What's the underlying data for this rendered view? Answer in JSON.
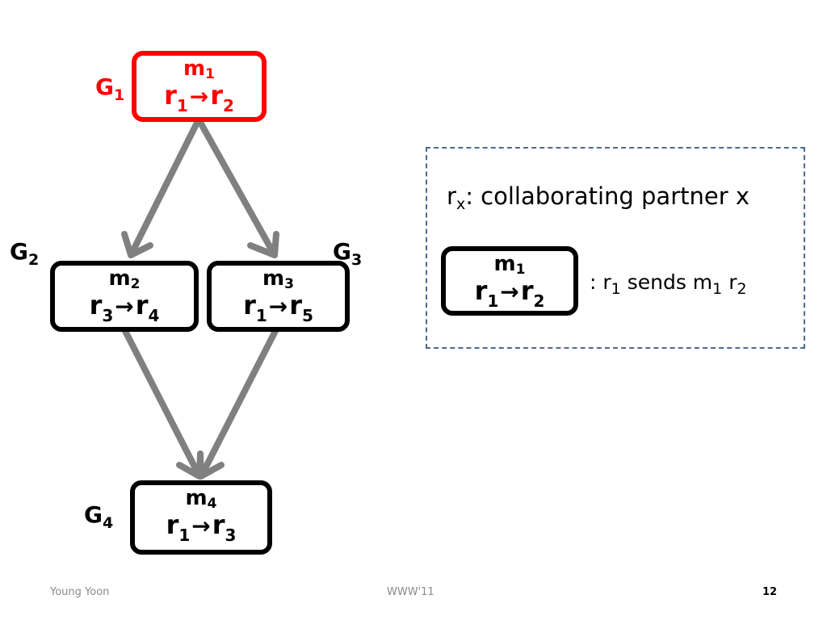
{
  "colors": {
    "highlight": "#ff0000",
    "normal": "#000000",
    "edge": "#808080",
    "legend_border": "#4a6a90"
  },
  "arrow_glyph": "→",
  "nodes": {
    "g1": {
      "label": "G",
      "label_sub": "1",
      "msg": "m",
      "msg_sub": "1",
      "from": "r",
      "from_sub": "1",
      "to": "r",
      "to_sub": "2"
    },
    "g2": {
      "label": "G",
      "label_sub": "2",
      "msg": "m",
      "msg_sub": "2",
      "from": "r",
      "from_sub": "3",
      "to": "r",
      "to_sub": "4"
    },
    "g3": {
      "label": "G",
      "label_sub": "3",
      "msg": "m",
      "msg_sub": "3",
      "from": "r",
      "from_sub": "1",
      "to": "r",
      "to_sub": "5"
    },
    "g4": {
      "label": "G",
      "label_sub": "4",
      "msg": "m",
      "msg_sub": "4",
      "from": "r",
      "from_sub": "1",
      "to": "r",
      "to_sub": "3"
    }
  },
  "edges": [
    {
      "from": "g1",
      "to": "g2"
    },
    {
      "from": "g1",
      "to": "g3"
    },
    {
      "from": "g2",
      "to": "g4"
    },
    {
      "from": "g3",
      "to": "g4"
    }
  ],
  "legend": {
    "def_r": "r",
    "def_sub": "x",
    "def_text": ": collaborating partner x",
    "example": {
      "msg": "m",
      "msg_sub": "1",
      "from": "r",
      "from_sub": "1",
      "to": "r",
      "to_sub": "2"
    },
    "desc_prefix": ": r",
    "desc_sub1": "1",
    "desc_mid": " sends m",
    "desc_sub2": "1",
    "desc_mid2": " r",
    "desc_sub3": "2"
  },
  "footer": {
    "author": "Young Yoon",
    "venue": "WWW'11",
    "page": "12"
  }
}
